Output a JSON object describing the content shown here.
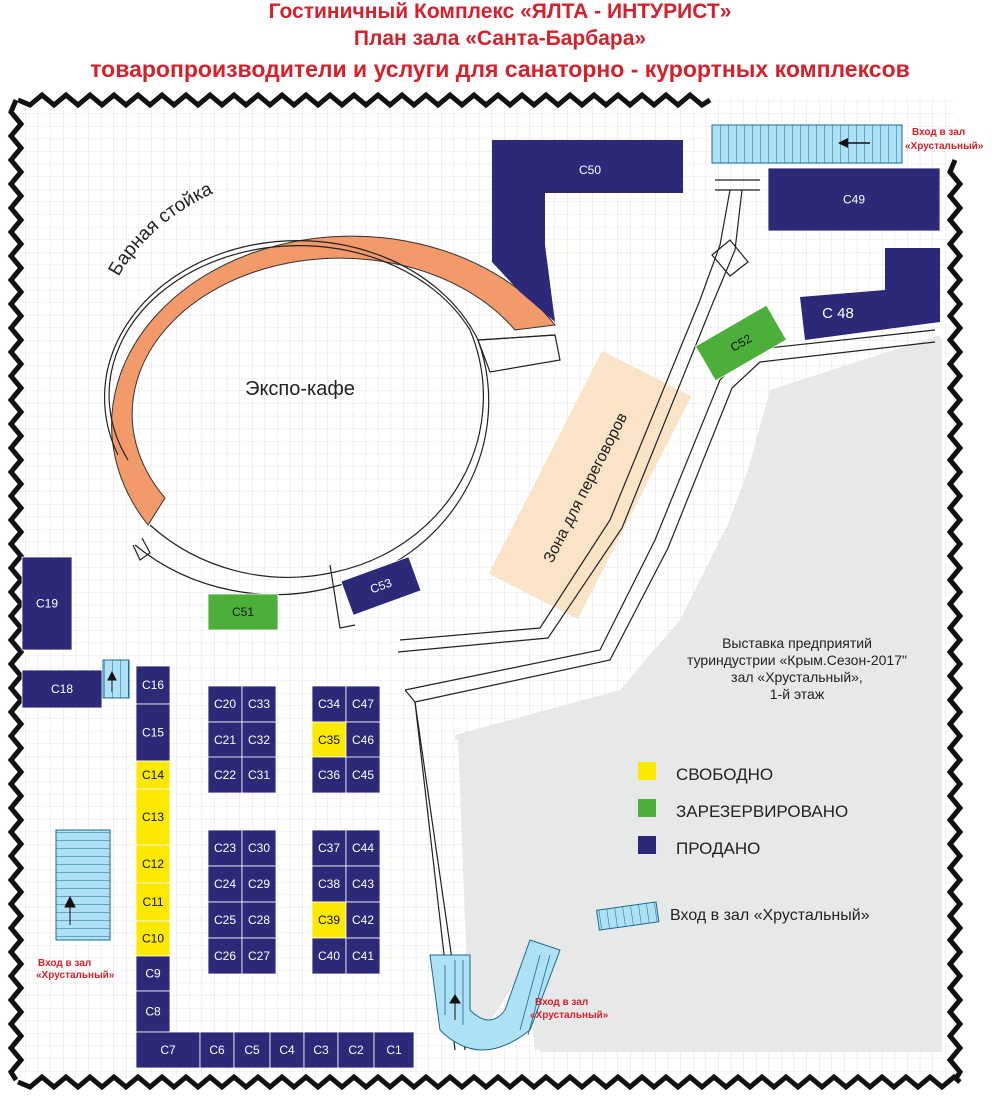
{
  "header": {
    "line1": "Гостиничный Комплекс «ЯЛТА - ИНТУРИСТ»",
    "line2": "План зала «Санта-Барбара»",
    "line3": "товаропроизводители и услуги для санаторно - курортных комплексов"
  },
  "colors": {
    "sold": "#2c2a78",
    "reserved": "#4caf3a",
    "free": "#fde800",
    "bar": "#f29a6a",
    "zone": "#fbe3c8",
    "exhibition": "#e7e8e8",
    "stairs": "#aee0f6",
    "entrance_text": "#d8202b"
  },
  "areas": {
    "bar": "Барная стойка",
    "cafe": "Экспо-кафе",
    "negotiation": "Зона для переговоров",
    "exhibition": [
      "Выставка предприятий",
      "туриндустрии «Крым.Сезон-2017\"",
      "зал «Хрустальный»,",
      "1-й этаж"
    ]
  },
  "entrances": {
    "top_right": [
      "Вход в зал",
      "«Хрустальный»"
    ],
    "left": [
      "Вход в зал",
      "«Хрустальный»"
    ],
    "bottom": [
      "Вход в зал",
      "«Хрустальный»"
    ]
  },
  "legend": {
    "free": "СВОБОДНО",
    "reserved": "ЗАРЕЗЕРВИРОВАНО",
    "sold": "ПРОДАНО",
    "entrance": "Вход в зал «Хрустальный»"
  },
  "booths": [
    {
      "id": "C50",
      "status": "sold"
    },
    {
      "id": "C49",
      "status": "sold"
    },
    {
      "id": "C 48",
      "status": "sold"
    },
    {
      "id": "C52",
      "status": "reserved"
    },
    {
      "id": "C51",
      "status": "reserved"
    },
    {
      "id": "C53",
      "status": "sold"
    },
    {
      "id": "C19",
      "status": "sold"
    },
    {
      "id": "C18",
      "status": "sold"
    },
    {
      "id": "C16",
      "status": "sold"
    },
    {
      "id": "C15",
      "status": "sold"
    },
    {
      "id": "C14",
      "status": "free"
    },
    {
      "id": "C13",
      "status": "free"
    },
    {
      "id": "C12",
      "status": "free"
    },
    {
      "id": "C11",
      "status": "free"
    },
    {
      "id": "C10",
      "status": "free"
    },
    {
      "id": "C9",
      "status": "sold"
    },
    {
      "id": "C8",
      "status": "sold"
    },
    {
      "id": "C7",
      "status": "sold"
    },
    {
      "id": "C6",
      "status": "sold"
    },
    {
      "id": "C5",
      "status": "sold"
    },
    {
      "id": "C4",
      "status": "sold"
    },
    {
      "id": "C3",
      "status": "sold"
    },
    {
      "id": "C2",
      "status": "sold"
    },
    {
      "id": "C1",
      "status": "sold"
    },
    {
      "id": "C20",
      "status": "sold"
    },
    {
      "id": "C33",
      "status": "sold"
    },
    {
      "id": "C21",
      "status": "sold"
    },
    {
      "id": "C32",
      "status": "sold"
    },
    {
      "id": "C22",
      "status": "sold"
    },
    {
      "id": "C31",
      "status": "sold"
    },
    {
      "id": "C23",
      "status": "sold"
    },
    {
      "id": "C30",
      "status": "sold"
    },
    {
      "id": "C24",
      "status": "sold"
    },
    {
      "id": "C29",
      "status": "sold"
    },
    {
      "id": "C25",
      "status": "sold"
    },
    {
      "id": "C28",
      "status": "sold"
    },
    {
      "id": "C26",
      "status": "sold"
    },
    {
      "id": "C27",
      "status": "sold"
    },
    {
      "id": "C34",
      "status": "sold"
    },
    {
      "id": "C47",
      "status": "sold"
    },
    {
      "id": "C35",
      "status": "free"
    },
    {
      "id": "C46",
      "status": "sold"
    },
    {
      "id": "C36",
      "status": "sold"
    },
    {
      "id": "C45",
      "status": "sold"
    },
    {
      "id": "C37",
      "status": "sold"
    },
    {
      "id": "C44",
      "status": "sold"
    },
    {
      "id": "C38",
      "status": "sold"
    },
    {
      "id": "C43",
      "status": "sold"
    },
    {
      "id": "C39",
      "status": "free"
    },
    {
      "id": "C42",
      "status": "sold"
    },
    {
      "id": "C40",
      "status": "sold"
    },
    {
      "id": "C41",
      "status": "sold"
    }
  ]
}
